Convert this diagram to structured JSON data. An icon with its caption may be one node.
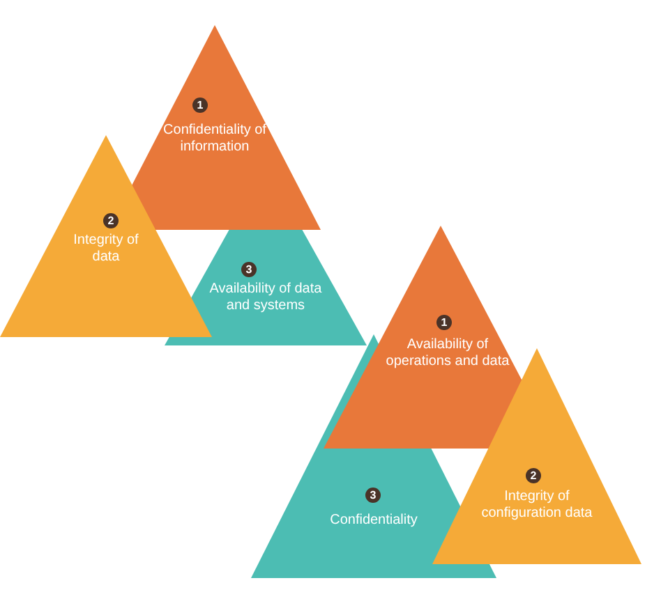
{
  "diagram": {
    "nodes": [
      {
        "text": [
          "1",
          "Confidentiality of information"
        ]
      },
      {
        "text": [
          "2",
          "Integrity of data"
        ]
      },
      {
        "text": [
          "3",
          "Availability of data and systems"
        ]
      },
      {
        "text": [
          "1",
          "Availability of operations and data"
        ]
      },
      {
        "text": [
          "2",
          "Integrity of configuration data"
        ]
      },
      {
        "text": [
          "3",
          "Confidentiality"
        ]
      }
    ]
  }
}
